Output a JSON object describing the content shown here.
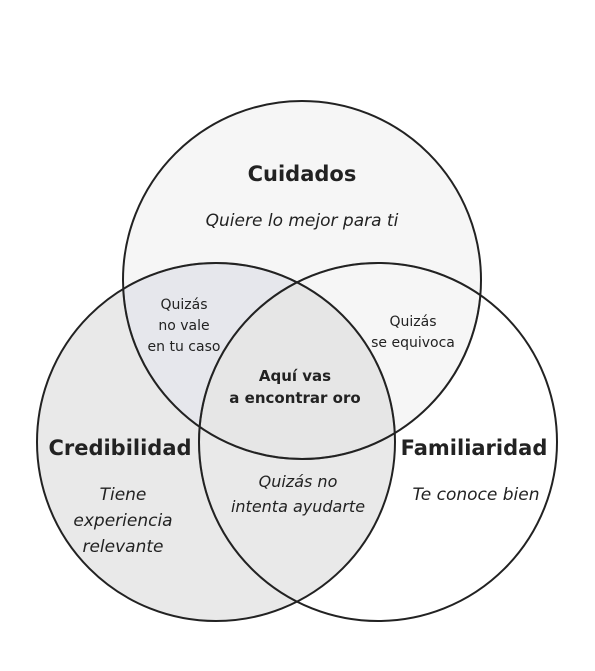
{
  "diagram": {
    "type": "venn",
    "circles": {
      "cuidados": {
        "title": "Cuidados",
        "subtitle": "Quiere lo mejor para ti"
      },
      "credibilidad": {
        "title": "Credibilidad",
        "subtitle_lines": [
          "Tiene",
          "experiencia",
          "relevante"
        ]
      },
      "familiaridad": {
        "title": "Familiaridad",
        "subtitle": "Te conoce bien"
      }
    },
    "overlaps": {
      "cuidados_credibilidad": [
        "Quizás",
        "no vale",
        "en tu caso"
      ],
      "cuidados_familiaridad": [
        "Quizás",
        "se equivoca"
      ],
      "credibilidad_familiaridad": [
        "Quizás no",
        "intenta ayudarte"
      ],
      "center": [
        "Aquí vas",
        "a encontrar oro"
      ]
    },
    "colors": {
      "stroke_outer": "#222222",
      "stroke_inner": "#9a9a9a",
      "fill_top": "#f6f6f6",
      "fill_left": "#e9e9e9",
      "fill_right": "#ffffff"
    }
  }
}
